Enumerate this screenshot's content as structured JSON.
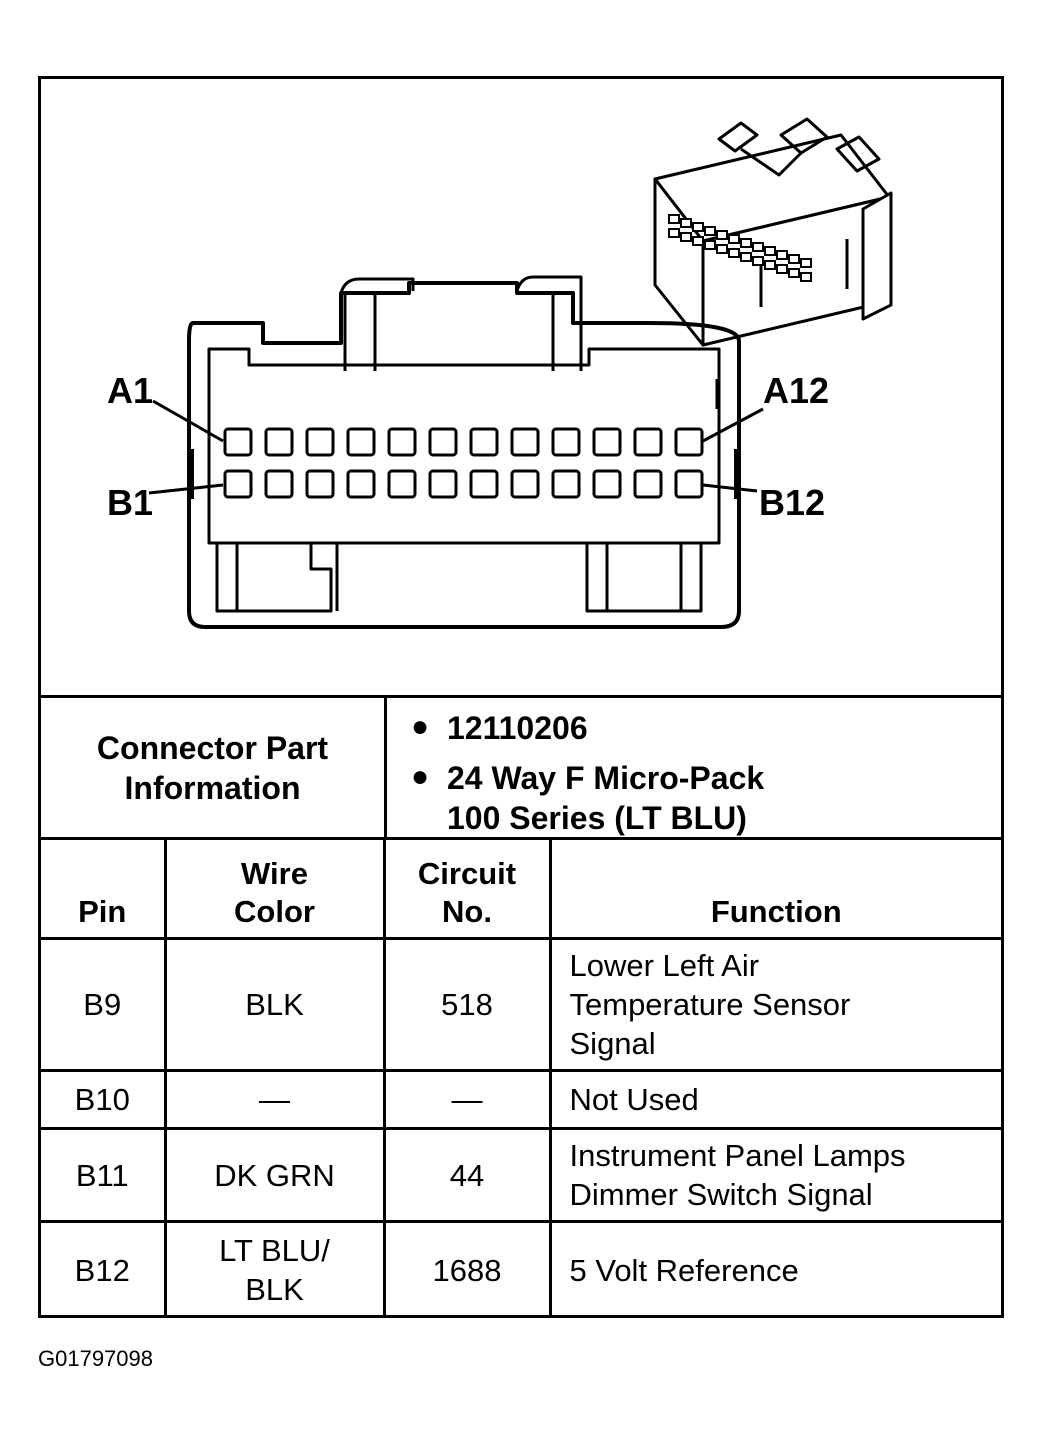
{
  "diagram": {
    "pin_labels": {
      "a1": "A1",
      "a12": "A12",
      "b1": "B1",
      "b12": "B12"
    },
    "pins_per_row": 12
  },
  "connector_info": {
    "label_line1": "Connector Part",
    "label_line2": "Information",
    "part_number": "12110206",
    "description_line1": "24 Way F Micro-Pack",
    "description_line2": "100 Series (LT BLU)"
  },
  "table": {
    "headers": {
      "pin": "Pin",
      "wire_color_line1": "Wire",
      "wire_color_line2": "Color",
      "circuit_line1": "Circuit",
      "circuit_line2": "No.",
      "function": "Function"
    },
    "rows": [
      {
        "pin": "B9",
        "wire_color": [
          "BLK"
        ],
        "circuit": "518",
        "function": [
          "Lower Left Air",
          "Temperature Sensor",
          "Signal"
        ]
      },
      {
        "pin": "B10",
        "wire_color": [
          "—"
        ],
        "circuit": "—",
        "function": [
          "Not Used"
        ]
      },
      {
        "pin": "B11",
        "wire_color": [
          "DK GRN"
        ],
        "circuit": "44",
        "function": [
          "Instrument Panel Lamps",
          "Dimmer Switch Signal"
        ]
      },
      {
        "pin": "B12",
        "wire_color": [
          "LT BLU/",
          "BLK"
        ],
        "circuit": "1688",
        "function": [
          "5 Volt Reference"
        ]
      }
    ]
  },
  "figure_id": "G01797098"
}
